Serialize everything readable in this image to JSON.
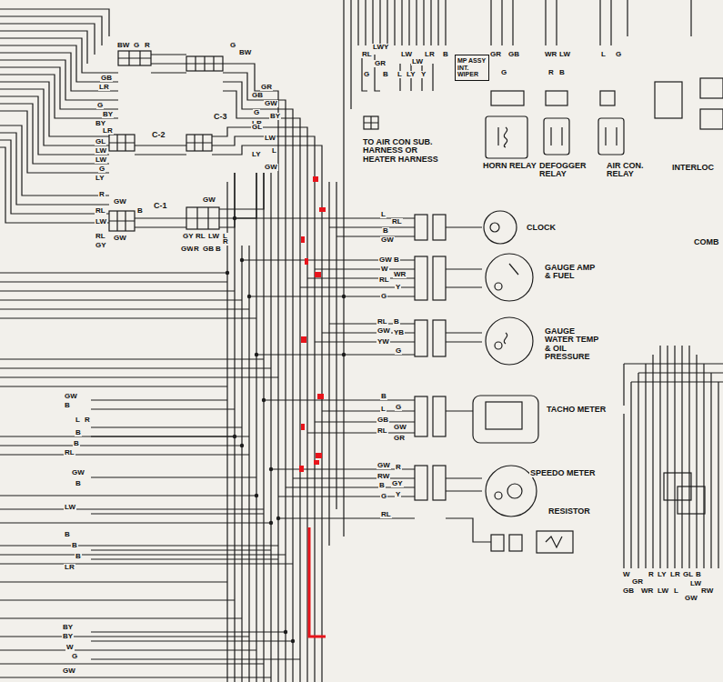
{
  "diagram": {
    "nodes": [
      {
        "text": [
          "MP ASSY INT. WIPER"
        ]
      }
    ],
    "labels": [
      "RL",
      "LWY",
      "GR",
      "G",
      "B",
      "LW",
      "LR",
      "B",
      "LW",
      "L",
      "LY",
      "Y",
      "GR",
      "GB",
      "G",
      "WR",
      "LW",
      "R",
      "B",
      "L",
      "G",
      "TO AIR CON SUB. HARNESS OR HEATER HARNESS",
      "HORN RELAY",
      "DEFOGGER RELAY",
      "AIR CON. RELAY",
      "INTERLOC",
      "CLOCK",
      "COMB",
      "GAUGE AMP & FUEL",
      "GAUGE WATER TEMP & OIL PRESSURE",
      "TACHO METER",
      "SPEEDO METER",
      "RESISTOR",
      "L",
      "RL",
      "B",
      "GW",
      "GW",
      "B",
      "W",
      "WR",
      "RL",
      "Y",
      "G",
      "RL",
      "B",
      "GW",
      "YB",
      "YW",
      "G",
      "B",
      "G",
      "L",
      "GB",
      "GW",
      "RL",
      "GR",
      "GW",
      "R",
      "RW",
      "GY",
      "B",
      "Y",
      "G",
      "RL",
      "BW",
      "G",
      "R",
      "GB",
      "LR",
      "G",
      "BY",
      "BY",
      "LR",
      "GL",
      "LW",
      "LW",
      "G",
      "LY",
      "C-3",
      "C-2",
      "C-1",
      "G",
      "BW",
      "GR",
      "GB",
      "GW",
      "G",
      "BY",
      "LR",
      "GL",
      "LW",
      "L",
      "LY",
      "GW",
      "R",
      "GW",
      "RL",
      "B",
      "LW",
      "RL",
      "GY",
      "GW",
      "GW",
      "GY",
      "RL",
      "LW",
      "L",
      "GW",
      "R",
      "GB",
      "B",
      "R",
      "GW",
      "B",
      "L",
      "R",
      "B",
      "B",
      "RL",
      "GW",
      "B",
      "LW",
      "B",
      "B",
      "B",
      "LR",
      "BY",
      "BY",
      "W",
      "G",
      "GW",
      "W",
      "GR",
      "GB",
      "R",
      "LY",
      "LR",
      "GL",
      "B",
      "WR",
      "LW",
      "L",
      "LW",
      "GW",
      "RW"
    ]
  }
}
